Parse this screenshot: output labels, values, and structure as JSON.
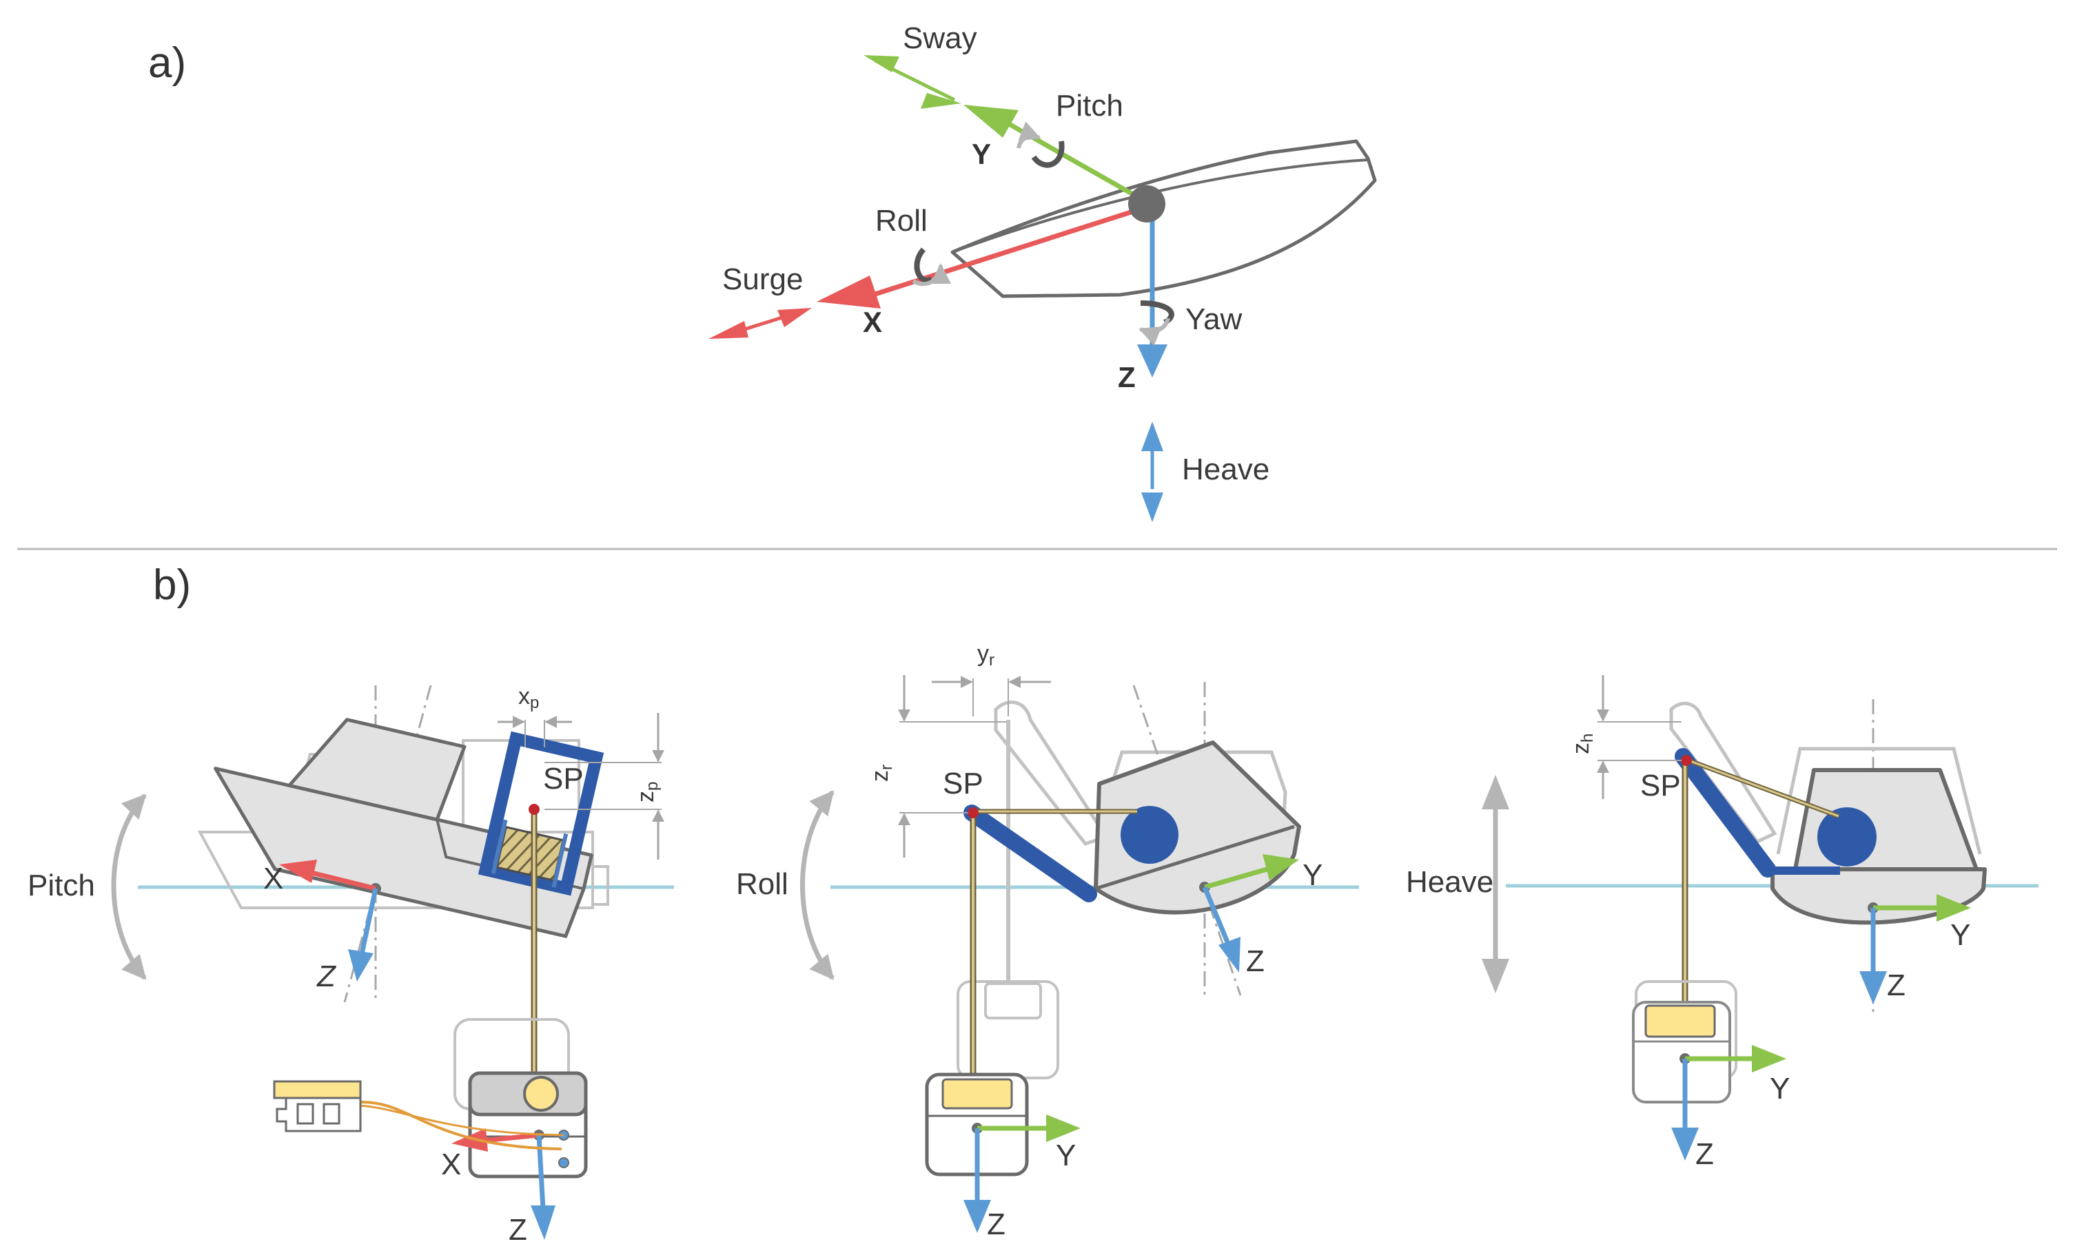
{
  "panels": {
    "a": "a)",
    "b": "b)"
  },
  "motions": {
    "sway": "Sway",
    "pitch": "Pitch",
    "roll": "Roll",
    "surge": "Surge",
    "yaw": "Yaw",
    "heave": "Heave"
  },
  "axes": {
    "x": "X",
    "y": "Y",
    "z": "Z"
  },
  "points": {
    "sp": "SP"
  },
  "dimensions": {
    "pitch": {
      "main": "x",
      "sub": "p",
      "main2": "z",
      "sub2": "p"
    },
    "roll": {
      "main": "y",
      "sub": "r",
      "main2": "z",
      "sub2": "r"
    },
    "heave": {
      "main": "z",
      "sub": "h"
    }
  },
  "modes": {
    "pitch": "Pitch",
    "roll": "Roll",
    "heave": "Heave"
  },
  "colors": {
    "x_axis": "#e85a5a",
    "y_axis": "#8cc34a",
    "z_axis": "#5b9bd5",
    "crane": "#2f5aa8",
    "waterline": "#9fd0dc",
    "hull_fill": "#e2e2e2",
    "hull_stroke": "#6a6a6a",
    "ghost": "#c2c2c2",
    "load": "#fde48f",
    "cable_wire": "#e39b3a"
  }
}
